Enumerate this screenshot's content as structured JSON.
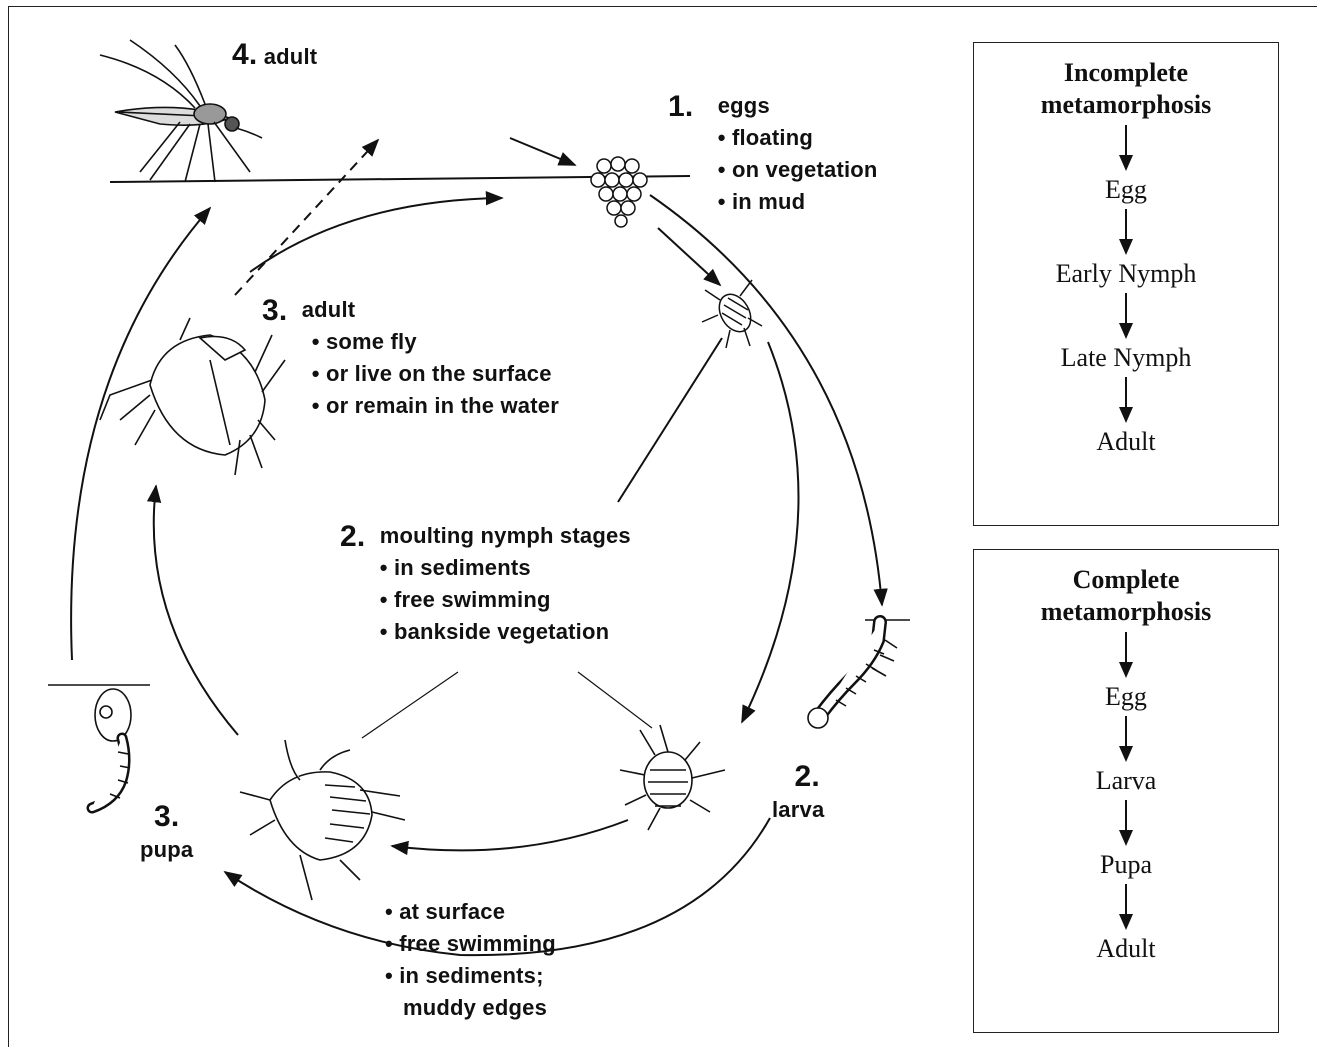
{
  "cycle": {
    "stage_eggs": {
      "number": "1.",
      "title": "eggs",
      "bullets": [
        "floating",
        "on vegetation",
        "in mud"
      ]
    },
    "stage_larva": {
      "number": "2.",
      "title": "larva"
    },
    "stage_pupa": {
      "number": "3.",
      "title": "pupa"
    },
    "stage_adult_winged": {
      "number": "4.",
      "title": "adult"
    },
    "stage_adult_aquatic": {
      "number": "3.",
      "title": "adult",
      "bullets": [
        "some fly",
        "or live on the surface",
        "or remain in the water"
      ]
    },
    "stage_nymph": {
      "number": "2.",
      "title": "moulting nymph stages",
      "bullets": [
        "in sediments",
        "free swimming",
        "bankside vegetation"
      ]
    },
    "larva_habitat": {
      "bullets": [
        "at surface",
        "free swimming",
        "in sediments;"
      ],
      "continuation": "muddy edges"
    }
  },
  "incomplete": {
    "title_line1": "Incomplete",
    "title_line2": "metamorphosis",
    "stages": [
      "Egg",
      "Early Nymph",
      "Late Nymph",
      "Adult"
    ]
  },
  "complete": {
    "title_line1": "Complete",
    "title_line2": "metamorphosis",
    "stages": [
      "Egg",
      "Larva",
      "Pupa",
      "Adult"
    ]
  }
}
